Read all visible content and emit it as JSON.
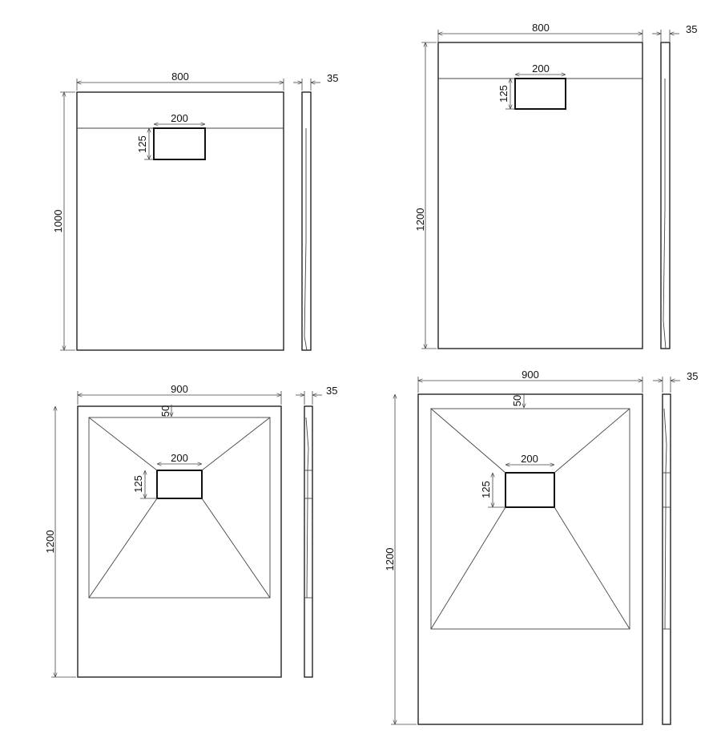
{
  "panels": {
    "tl": {
      "width": "800",
      "depth": "35",
      "length": "1000",
      "drain_w": "200",
      "drain_h": "125"
    },
    "tr": {
      "width": "800",
      "depth": "35",
      "length": "1200",
      "drain_w": "200",
      "drain_h": "125"
    },
    "bl": {
      "width": "900",
      "depth": "35",
      "length": "1200",
      "drain_w": "200",
      "drain_h": "125",
      "offset": "50"
    },
    "br": {
      "width": "900",
      "depth": "35",
      "length": "1200",
      "drain_w": "200",
      "drain_h": "125",
      "offset": "50"
    }
  }
}
